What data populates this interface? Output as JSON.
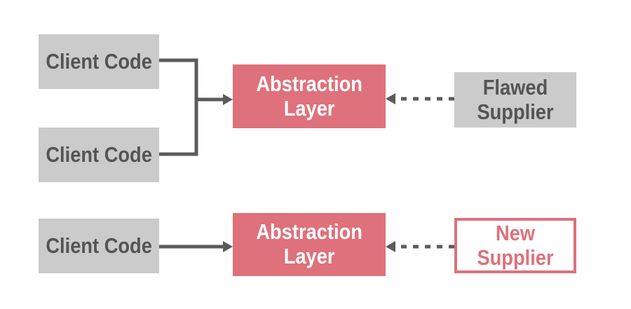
{
  "colors": {
    "accent": "#DE717B",
    "graybox": "#CBCBCB",
    "textdark": "#545454",
    "arrow": "#5B5B5B",
    "bg": "#FFFFFF"
  },
  "top": {
    "clients": [
      {
        "label": "Client Code"
      },
      {
        "label": "Client Code"
      }
    ],
    "abstraction": {
      "line1": "Abstraction",
      "line2": "Layer"
    },
    "supplier": {
      "line1": "Flawed",
      "line2": "Supplier"
    }
  },
  "bottom": {
    "client": {
      "label": "Client Code"
    },
    "abstraction": {
      "line1": "Abstraction",
      "line2": "Layer"
    },
    "supplier": {
      "line1": "New",
      "line2": "Supplier"
    }
  }
}
